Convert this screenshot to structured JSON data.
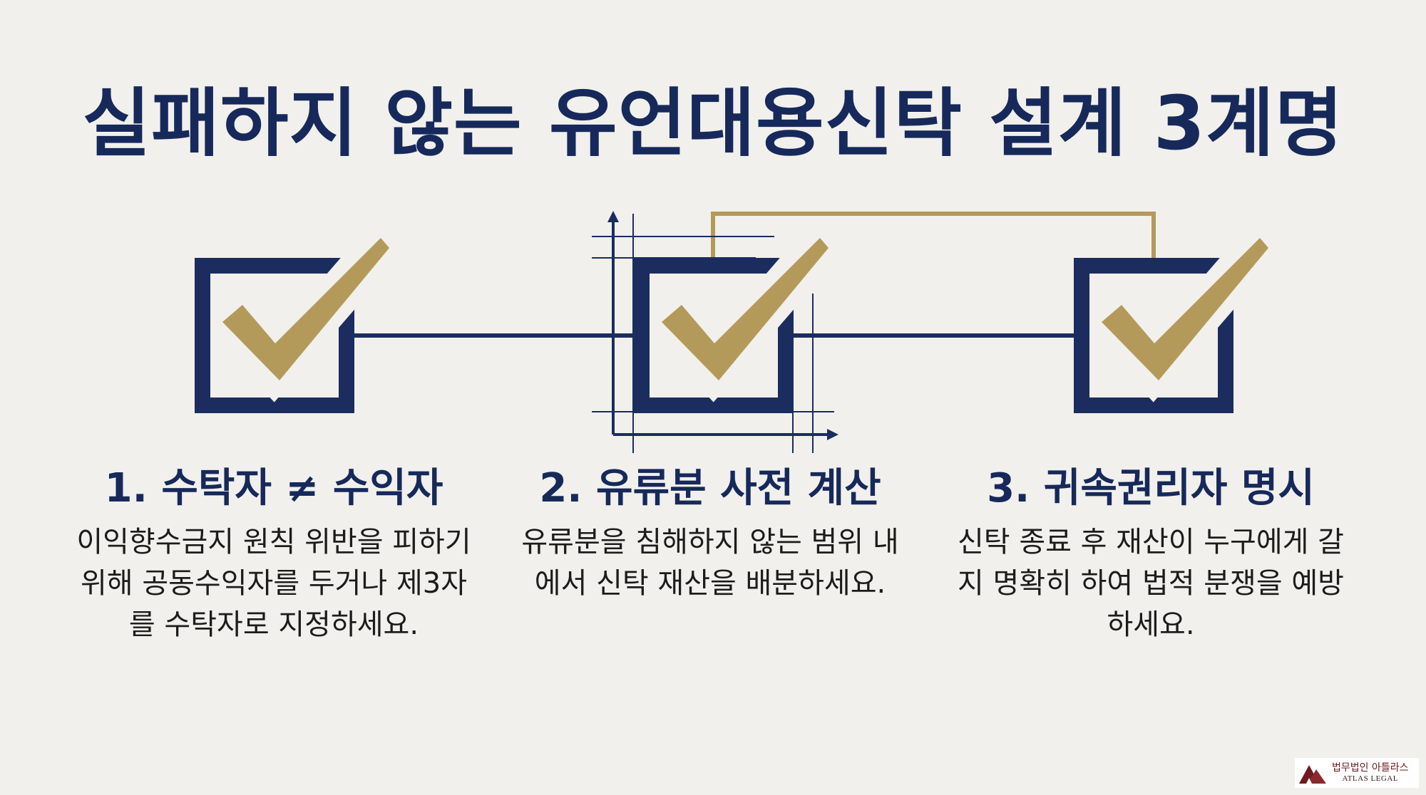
{
  "title": "실패하지 않는 유언대용신탁 설계 3계명",
  "colors": {
    "navy": "#1b2d5e",
    "gold": "#b49a5a",
    "background": "#f1f0ec"
  },
  "steps": [
    {
      "heading": "1. 수탁자 ≠ 수익자",
      "body": "이익향수금지 원칙 위반을 피하기 위해 공동수익자를 두거나 제3자를 수탁자로 지정하세요.",
      "icon": "checkbox-check-icon"
    },
    {
      "heading": "2. 유류분 사전 계산",
      "body": "유류분을 침해하지 않는 범위 내에서 신탁 재산을 배분하세요.",
      "icon": "checkbox-check-grid-icon"
    },
    {
      "heading": "3. 귀속권리자 명시",
      "body": "신탁 종료 후 재산이 누구에게 갈지 명확히 하여 법적 분쟁을 예방하세요.",
      "icon": "checkbox-check-icon"
    }
  ],
  "logo": {
    "name_ko": "법무법인 아틀라스",
    "name_en": "ATLAS LEGAL",
    "icon": "atlas-mountain-logo-icon"
  }
}
